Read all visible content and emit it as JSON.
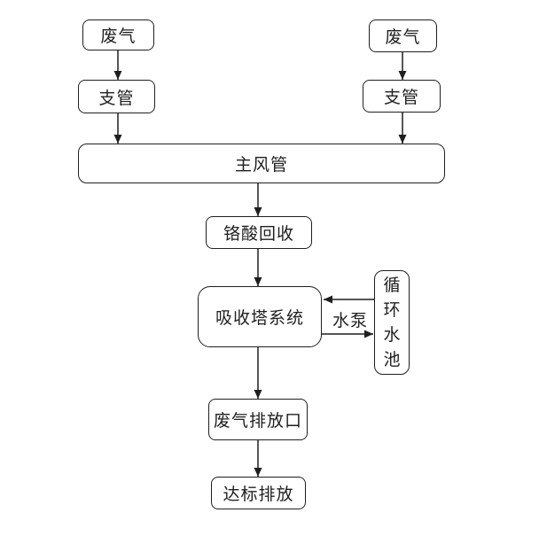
{
  "diagram": {
    "nodes": {
      "waste_gas_left": "废气",
      "waste_gas_right": "废气",
      "branch_pipe_left": "支管",
      "branch_pipe_right": "支管",
      "main_duct": "主风管",
      "chromic_acid_recovery": "铬酸回收",
      "absorption_tower_system": "吸收塔系统",
      "circulating_water_pool": "循环水池",
      "waste_gas_outlet": "废气排放口",
      "compliant_discharge": "达标排放"
    },
    "edge_labels": {
      "water_pump": "水泵"
    },
    "colors": {
      "background": "#ffffff",
      "line": "#1f1f1f",
      "box_fill": "#ffffff",
      "text": "#1f1f1f"
    }
  }
}
